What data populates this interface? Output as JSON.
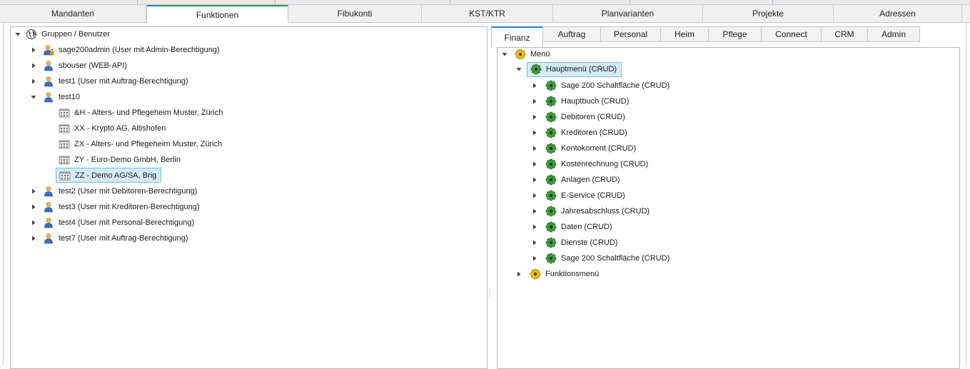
{
  "main_tabs": [
    {
      "label": "Mandanten"
    },
    {
      "label": "Funktionen",
      "active": true
    },
    {
      "label": "Fibukonti"
    },
    {
      "label": "KST/KTR"
    },
    {
      "label": "Planvarianten"
    },
    {
      "label": "Projekte"
    },
    {
      "label": "Adressen"
    }
  ],
  "sub_tabs": [
    {
      "label": "Finanz",
      "active": true
    },
    {
      "label": "Auftrag"
    },
    {
      "label": "Personal"
    },
    {
      "label": "Heim"
    },
    {
      "label": "Pflege"
    },
    {
      "label": "Connect"
    },
    {
      "label": "CRM"
    },
    {
      "label": "Admin"
    }
  ],
  "left_tree": {
    "root": {
      "label": "Gruppen / Benutzer",
      "icon": "globe-icon"
    },
    "items": [
      {
        "label": "sage200admin (User mit Admin-Berechtigung)",
        "icon": "admin-user-icon",
        "expanded": false
      },
      {
        "label": "sbouser (WEB-API)",
        "icon": "user-icon",
        "expanded": false
      },
      {
        "label": "test1 (User mit Auftrag-Berechtigung)",
        "icon": "user-icon",
        "expanded": false
      },
      {
        "label": "test10",
        "icon": "user-icon",
        "expanded": true,
        "children": [
          {
            "label": "&H - Alters- und Pflegeheim Muster, Zürich",
            "icon": "company-icon"
          },
          {
            "label": "XX - Krypto AG, Altishofen",
            "icon": "company-icon"
          },
          {
            "label": "ZX - Alters- und Pflegeheim Muster, Zürich",
            "icon": "company-icon"
          },
          {
            "label": "ZY - Euro-Demo GmbH, Berlin",
            "icon": "company-icon"
          },
          {
            "label": "ZZ - Demo AG/SA, Brig",
            "icon": "company-icon",
            "selected": true
          }
        ]
      },
      {
        "label": "test2 (User mit Debitoren-Berechtigung)",
        "icon": "user-icon",
        "expanded": false
      },
      {
        "label": "test3 (User mit Kreditoren-Berechtigung)",
        "icon": "user-icon",
        "expanded": false
      },
      {
        "label": "test4 (User mit Personal-Berechtigung)",
        "icon": "user-icon",
        "expanded": false
      },
      {
        "label": "test7 (User mit Auftrag-Berechtigung)",
        "icon": "user-icon",
        "expanded": false
      }
    ]
  },
  "right_tree": {
    "root": {
      "label": "Menü",
      "icon": "yellow-gear-icon"
    },
    "hauptmenu": {
      "label": "Hauptmenü (CRUD)",
      "icon": "green-gear-icon",
      "selected": true
    },
    "items": [
      {
        "label": "Sage 200 Schaltfläche (CRUD)"
      },
      {
        "label": "Hauptbuch (CRUD)"
      },
      {
        "label": "Debitoren (CRUD)"
      },
      {
        "label": "Kreditoren (CRUD)"
      },
      {
        "label": "Kontokorrent (CRUD)"
      },
      {
        "label": "Kostenrechnung (CRUD)"
      },
      {
        "label": "Anlagen (CRUD)"
      },
      {
        "label": "E-Service (CRUD)"
      },
      {
        "label": "Jahresabschluss (CRUD)"
      },
      {
        "label": "Daten (CRUD)"
      },
      {
        "label": "Dienste (CRUD)"
      },
      {
        "label": "Sage 200 Schaltfläche (CRUD)"
      }
    ],
    "funktionsmenu": {
      "label": "Funktionsmenü",
      "icon": "yellow-gear-icon"
    }
  },
  "colors": {
    "accent": "#2b7bd6",
    "selection_bg": "#d5ecf8",
    "selection_border": "#6fbfe3",
    "gear_green": "#3f9b3a",
    "gear_yellow": "#e8b400"
  }
}
